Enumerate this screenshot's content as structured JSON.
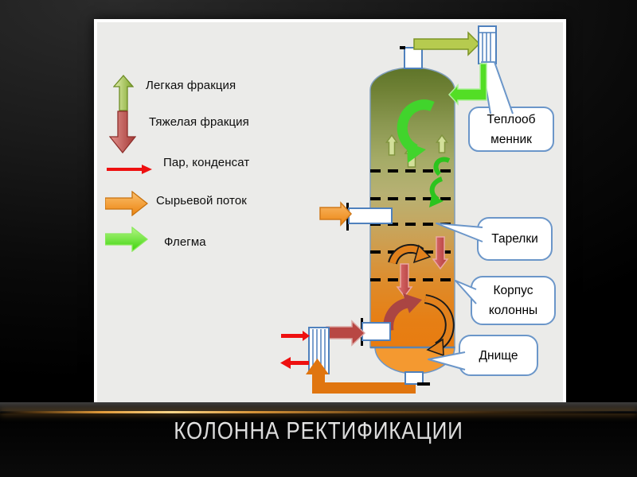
{
  "slide": {
    "title": "КОЛОННА РЕКТИФИКАЦИИ",
    "background_color": "#000000",
    "divider_glow_color": "#f3a63e"
  },
  "legend": {
    "items": [
      {
        "icon": "up-arrow-icon",
        "label": "Легкая фракция",
        "color": "#8fb33a"
      },
      {
        "icon": "down-arrow-icon",
        "label": "Тяжелая фракция",
        "color": "#b94a45"
      },
      {
        "icon": "thin-arrow-right-icon",
        "label": "Пар, конденсат",
        "color": "#ee1010"
      },
      {
        "icon": "block-arrow-right-icon",
        "label": "Сырьевой поток",
        "color": "#f0901c"
      },
      {
        "icon": "block-arrow-right-icon",
        "label": "Флегма",
        "color": "#4ad815"
      }
    ]
  },
  "callouts": [
    {
      "id": "heat-exchanger",
      "lines": [
        "Теплооб",
        "менник"
      ]
    },
    {
      "id": "trays",
      "lines": [
        "Тарелки"
      ]
    },
    {
      "id": "column-shell",
      "lines": [
        "Корпус",
        "колонны"
      ]
    },
    {
      "id": "bottom-head",
      "lines": [
        "Днище"
      ]
    }
  ],
  "diagram": {
    "column_top_color": "#5e7429",
    "column_bottom_color": "#e87c10",
    "bottom_head_color": "#f49930",
    "vessel_border_color": "#7f9db9",
    "nozzle_border_color": "#4f81bd",
    "callout_border_color": "#6b96c9",
    "tray_line_color": "#000000",
    "pipe_color": "#e0750f"
  }
}
